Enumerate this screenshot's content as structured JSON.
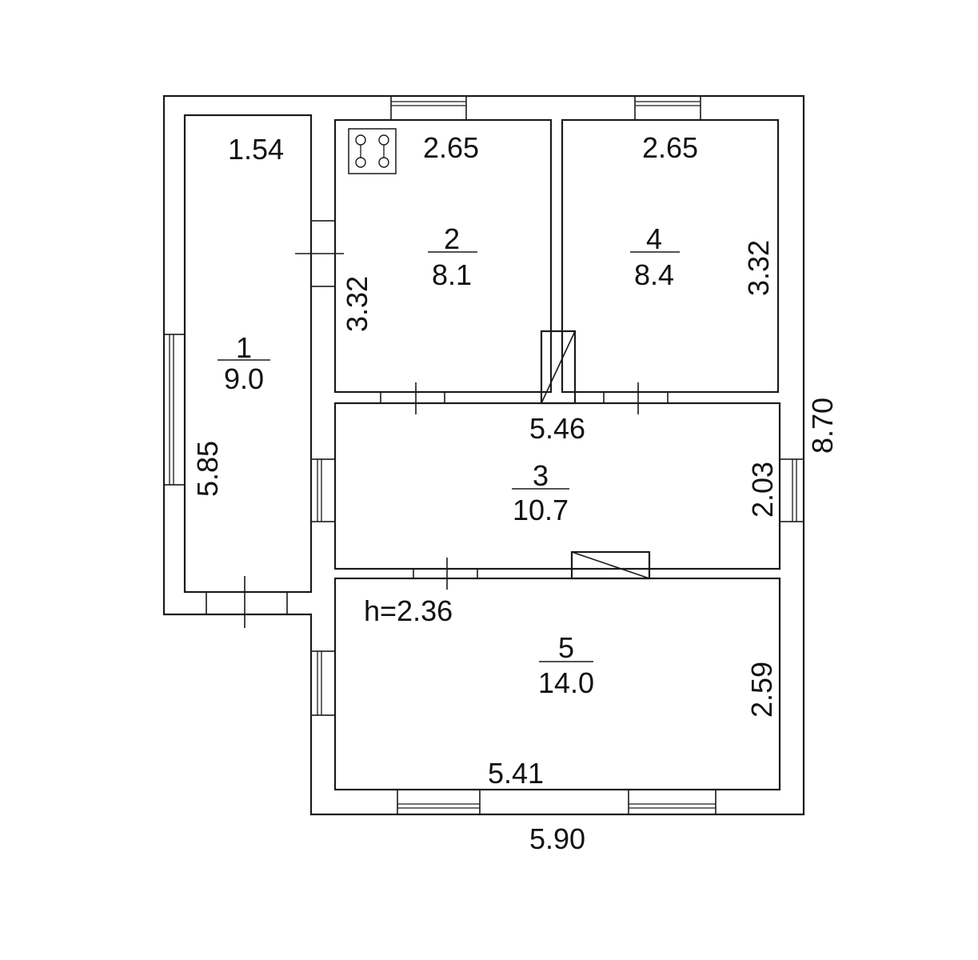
{
  "rooms": [
    {
      "number": "1",
      "area": "9.0"
    },
    {
      "number": "2",
      "area": "8.1"
    },
    {
      "number": "3",
      "area": "10.7"
    },
    {
      "number": "4",
      "area": "8.4"
    },
    {
      "number": "5",
      "area": "14.0"
    }
  ],
  "dimensions": {
    "room1_width": "1.54",
    "room1_length": "5.85",
    "room2_width": "2.65",
    "room2_length": "3.32",
    "room4_width": "2.65",
    "room4_length": "3.32",
    "room3_length": "5.46",
    "room3_width": "2.03",
    "room5_length": "5.41",
    "room5_width": "2.59",
    "overall_width": "5.90",
    "overall_length": "8.70"
  },
  "ceiling_height": "h=2.36",
  "icons": {
    "stove": "stove-icon"
  }
}
